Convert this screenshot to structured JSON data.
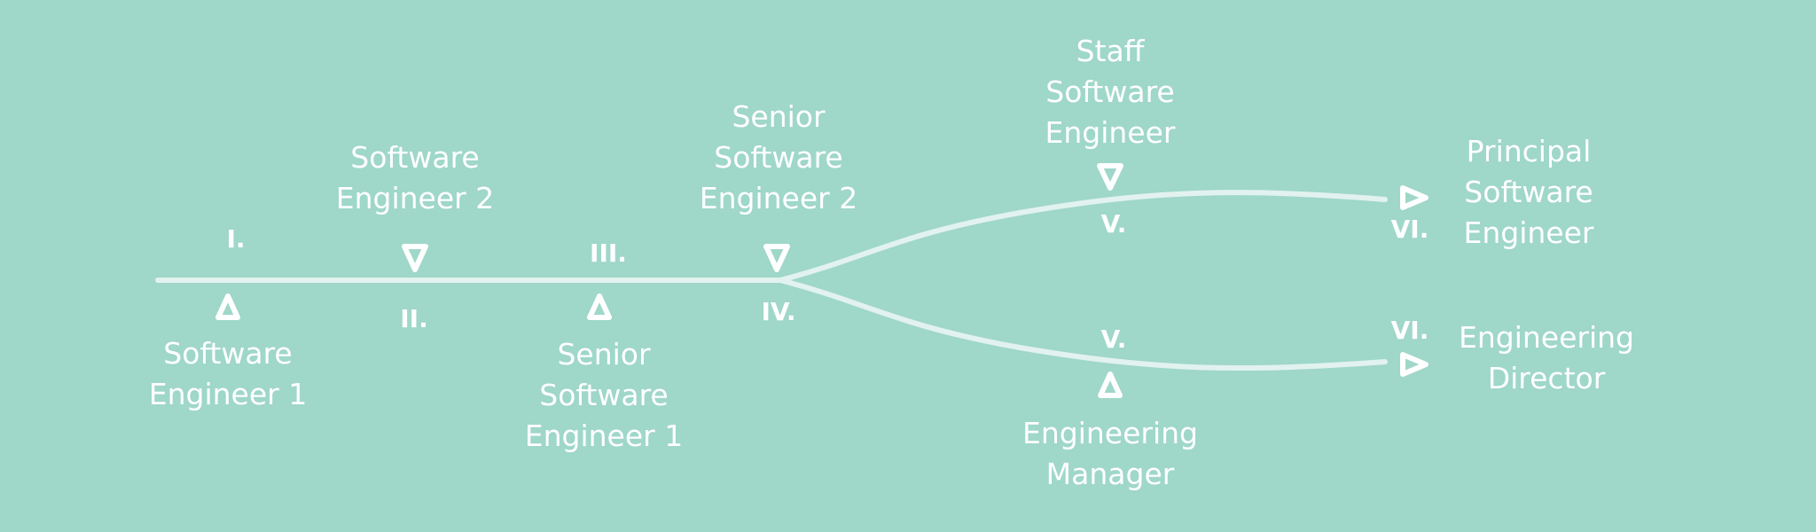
{
  "colors": {
    "background": "#9fd7c9",
    "line": "#e2f2ee",
    "text": "#ffffff"
  },
  "stages": [
    {
      "numeral": "I.",
      "label": "Software\nEngineer 1"
    },
    {
      "numeral": "II.",
      "label": "Software\nEngineer 2"
    },
    {
      "numeral": "III.",
      "label": "Senior\nSoftware\nEngineer 1"
    },
    {
      "numeral": "IV.",
      "label": "Senior\nSoftware\nEngineer 2"
    }
  ],
  "ic_track": [
    {
      "numeral": "V.",
      "label": "Staff\nSoftware\nEngineer"
    },
    {
      "numeral": "VI.",
      "label": "Principal\nSoftware\nEngineer"
    }
  ],
  "management_track": [
    {
      "numeral": "V.",
      "label": "Engineering\nManager"
    },
    {
      "numeral": "VI.",
      "label": "Engineering\nDirector"
    }
  ]
}
